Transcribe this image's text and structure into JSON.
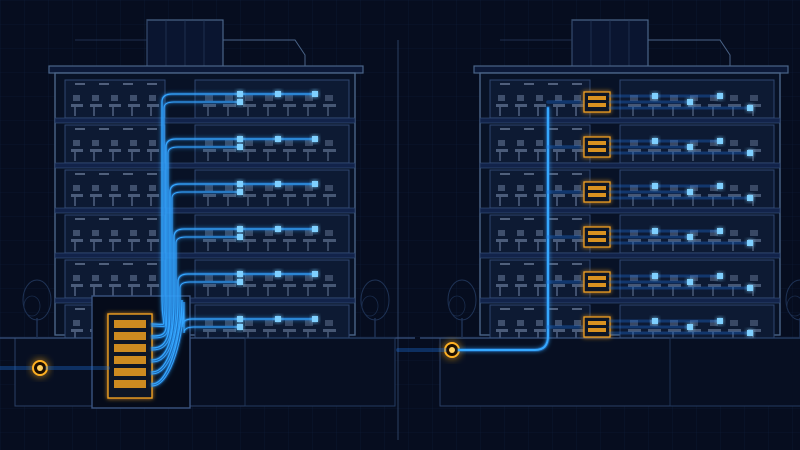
{
  "colors": {
    "background": "#060d1f",
    "structure": "#4a6488",
    "cable": "#35a8ff",
    "cable_glow": "#1e6fd9",
    "node": "#7fd0ff",
    "cabinet": "#f0a020",
    "window": "#0d1a33",
    "furniture": "#7f93b5"
  },
  "panels": [
    {
      "id": "left",
      "topology": "centralized",
      "floors": 6,
      "floor_rooms": 2,
      "nodes_per_floor": 3,
      "central_cabinet": {
        "floor": "basement",
        "units": 6
      },
      "entry_point": "service-entrance"
    },
    {
      "id": "right",
      "topology": "distributed",
      "floors": 6,
      "floor_rooms": 2,
      "nodes_per_floor": 3,
      "floor_cabinets": 6,
      "entry_point": "service-entrance"
    }
  ],
  "icons": [
    "building-outline-icon",
    "cable-bundle-icon",
    "network-cabinet-icon",
    "service-entrance-icon",
    "tree-icon",
    "network-node-icon"
  ]
}
